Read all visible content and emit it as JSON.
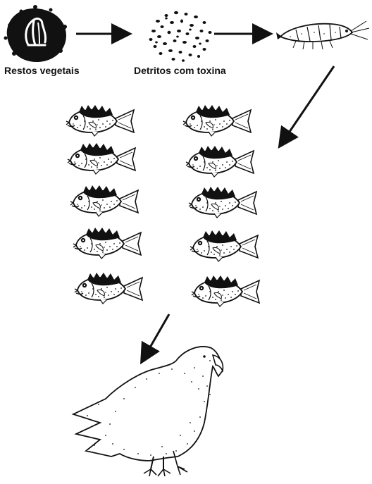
{
  "labels": {
    "plant_remains": "Restos vegetais",
    "toxic_detritus": "Detritos com toxina"
  },
  "colors": {
    "ink": "#111111",
    "background": "#ffffff"
  },
  "icons": {
    "plant_remains": "plant-remains-icon",
    "toxic_detritus": "detritus-particles-icon",
    "crustacean": "shrimp-icon",
    "fish": "fish-icon",
    "bird": "eagle-icon"
  },
  "fish_count": 10
}
